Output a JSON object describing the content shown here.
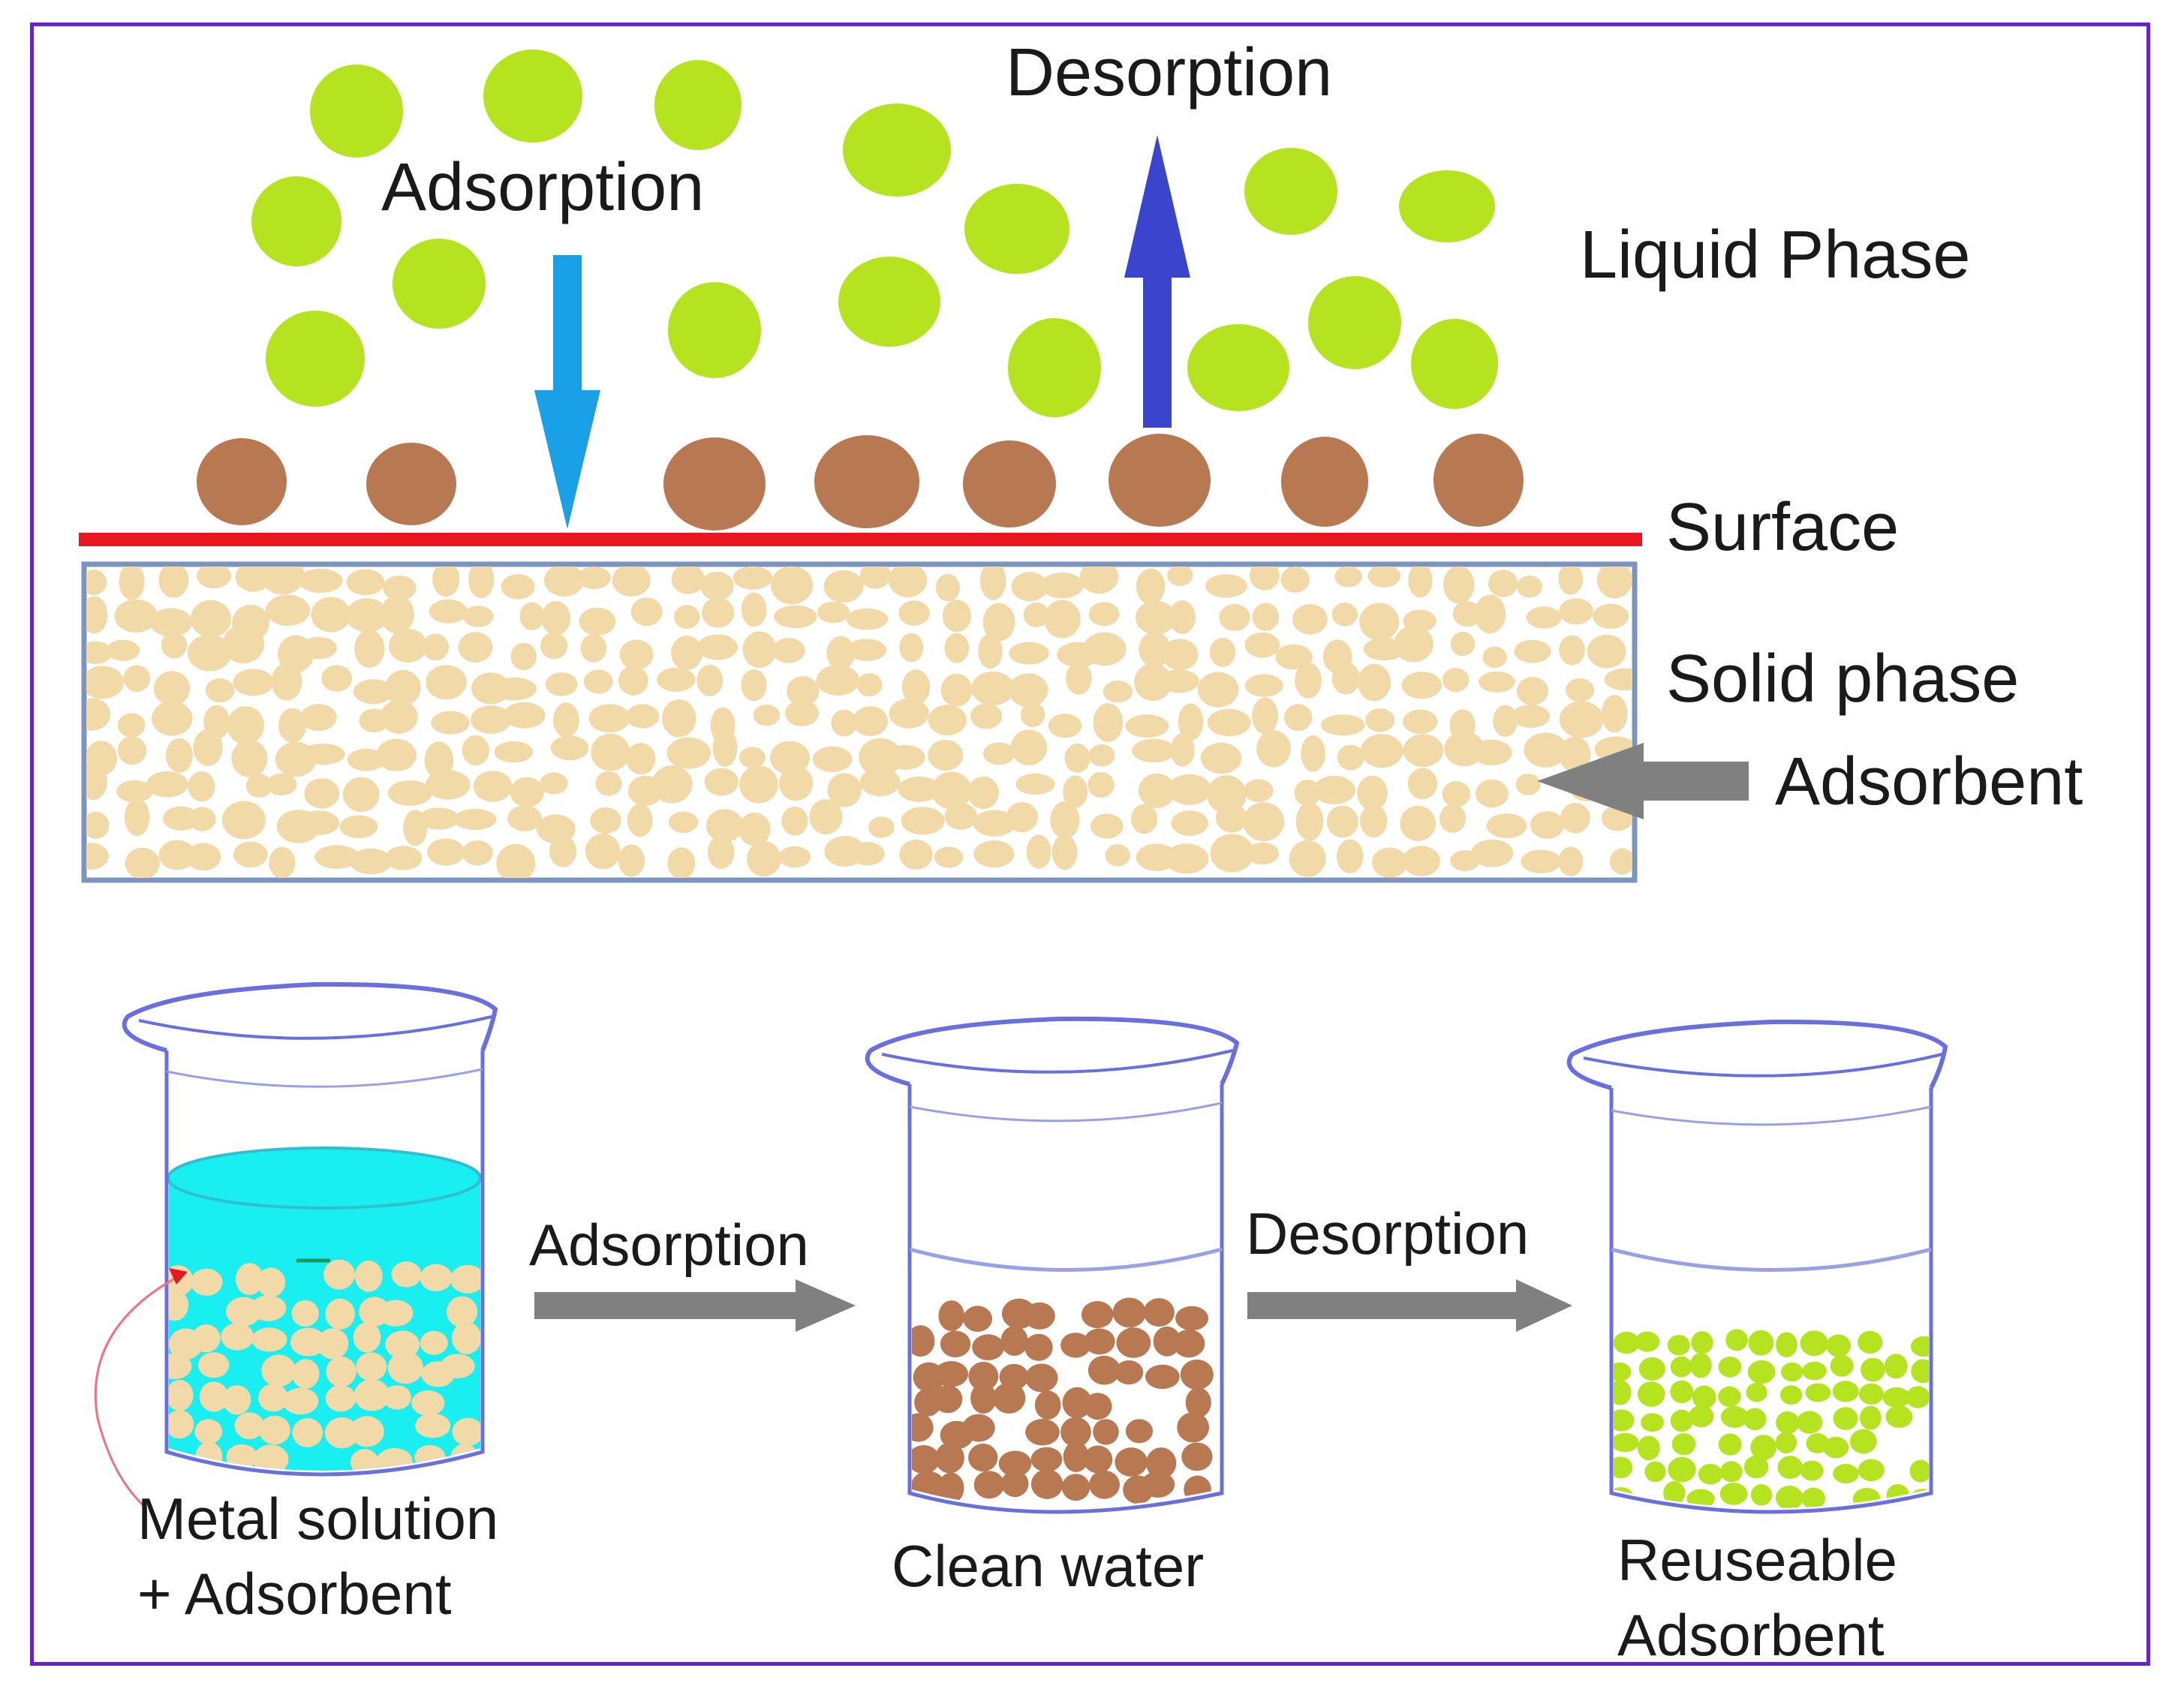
{
  "top": {
    "adsorption_label": "Adsorption",
    "desorption_label": "Desorption",
    "liquid_phase_label": "Liquid Phase",
    "surface_label": "Surface",
    "solid_phase_label": "Solid phase",
    "adsorbent_label": "Adsorbent"
  },
  "bottom": {
    "adsorption_label": "Adsorption",
    "desorption_label": "Desorption",
    "beaker1_label_line1": "Metal solution",
    "beaker1_label_line2": "+ Adsorbent",
    "beaker2_label": "Clean water",
    "beaker3_label_line1": "Reuseable",
    "beaker3_label_line2": "Adsorbent"
  },
  "colors": {
    "frame": "#6a1fd1",
    "liquid_particle": "#b5e31f",
    "adsorbed_particle": "#b87952",
    "solid_grain": "#f2d9a8",
    "surface_line": "#e8161f",
    "solid_border": "#7c95bf",
    "adsorption_arrow": "#1aa0e6",
    "desorption_arrow": "#3a44cc",
    "process_arrow": "#808080",
    "solution": "#19eef0",
    "beaker_outline": "#6a6fe0"
  }
}
